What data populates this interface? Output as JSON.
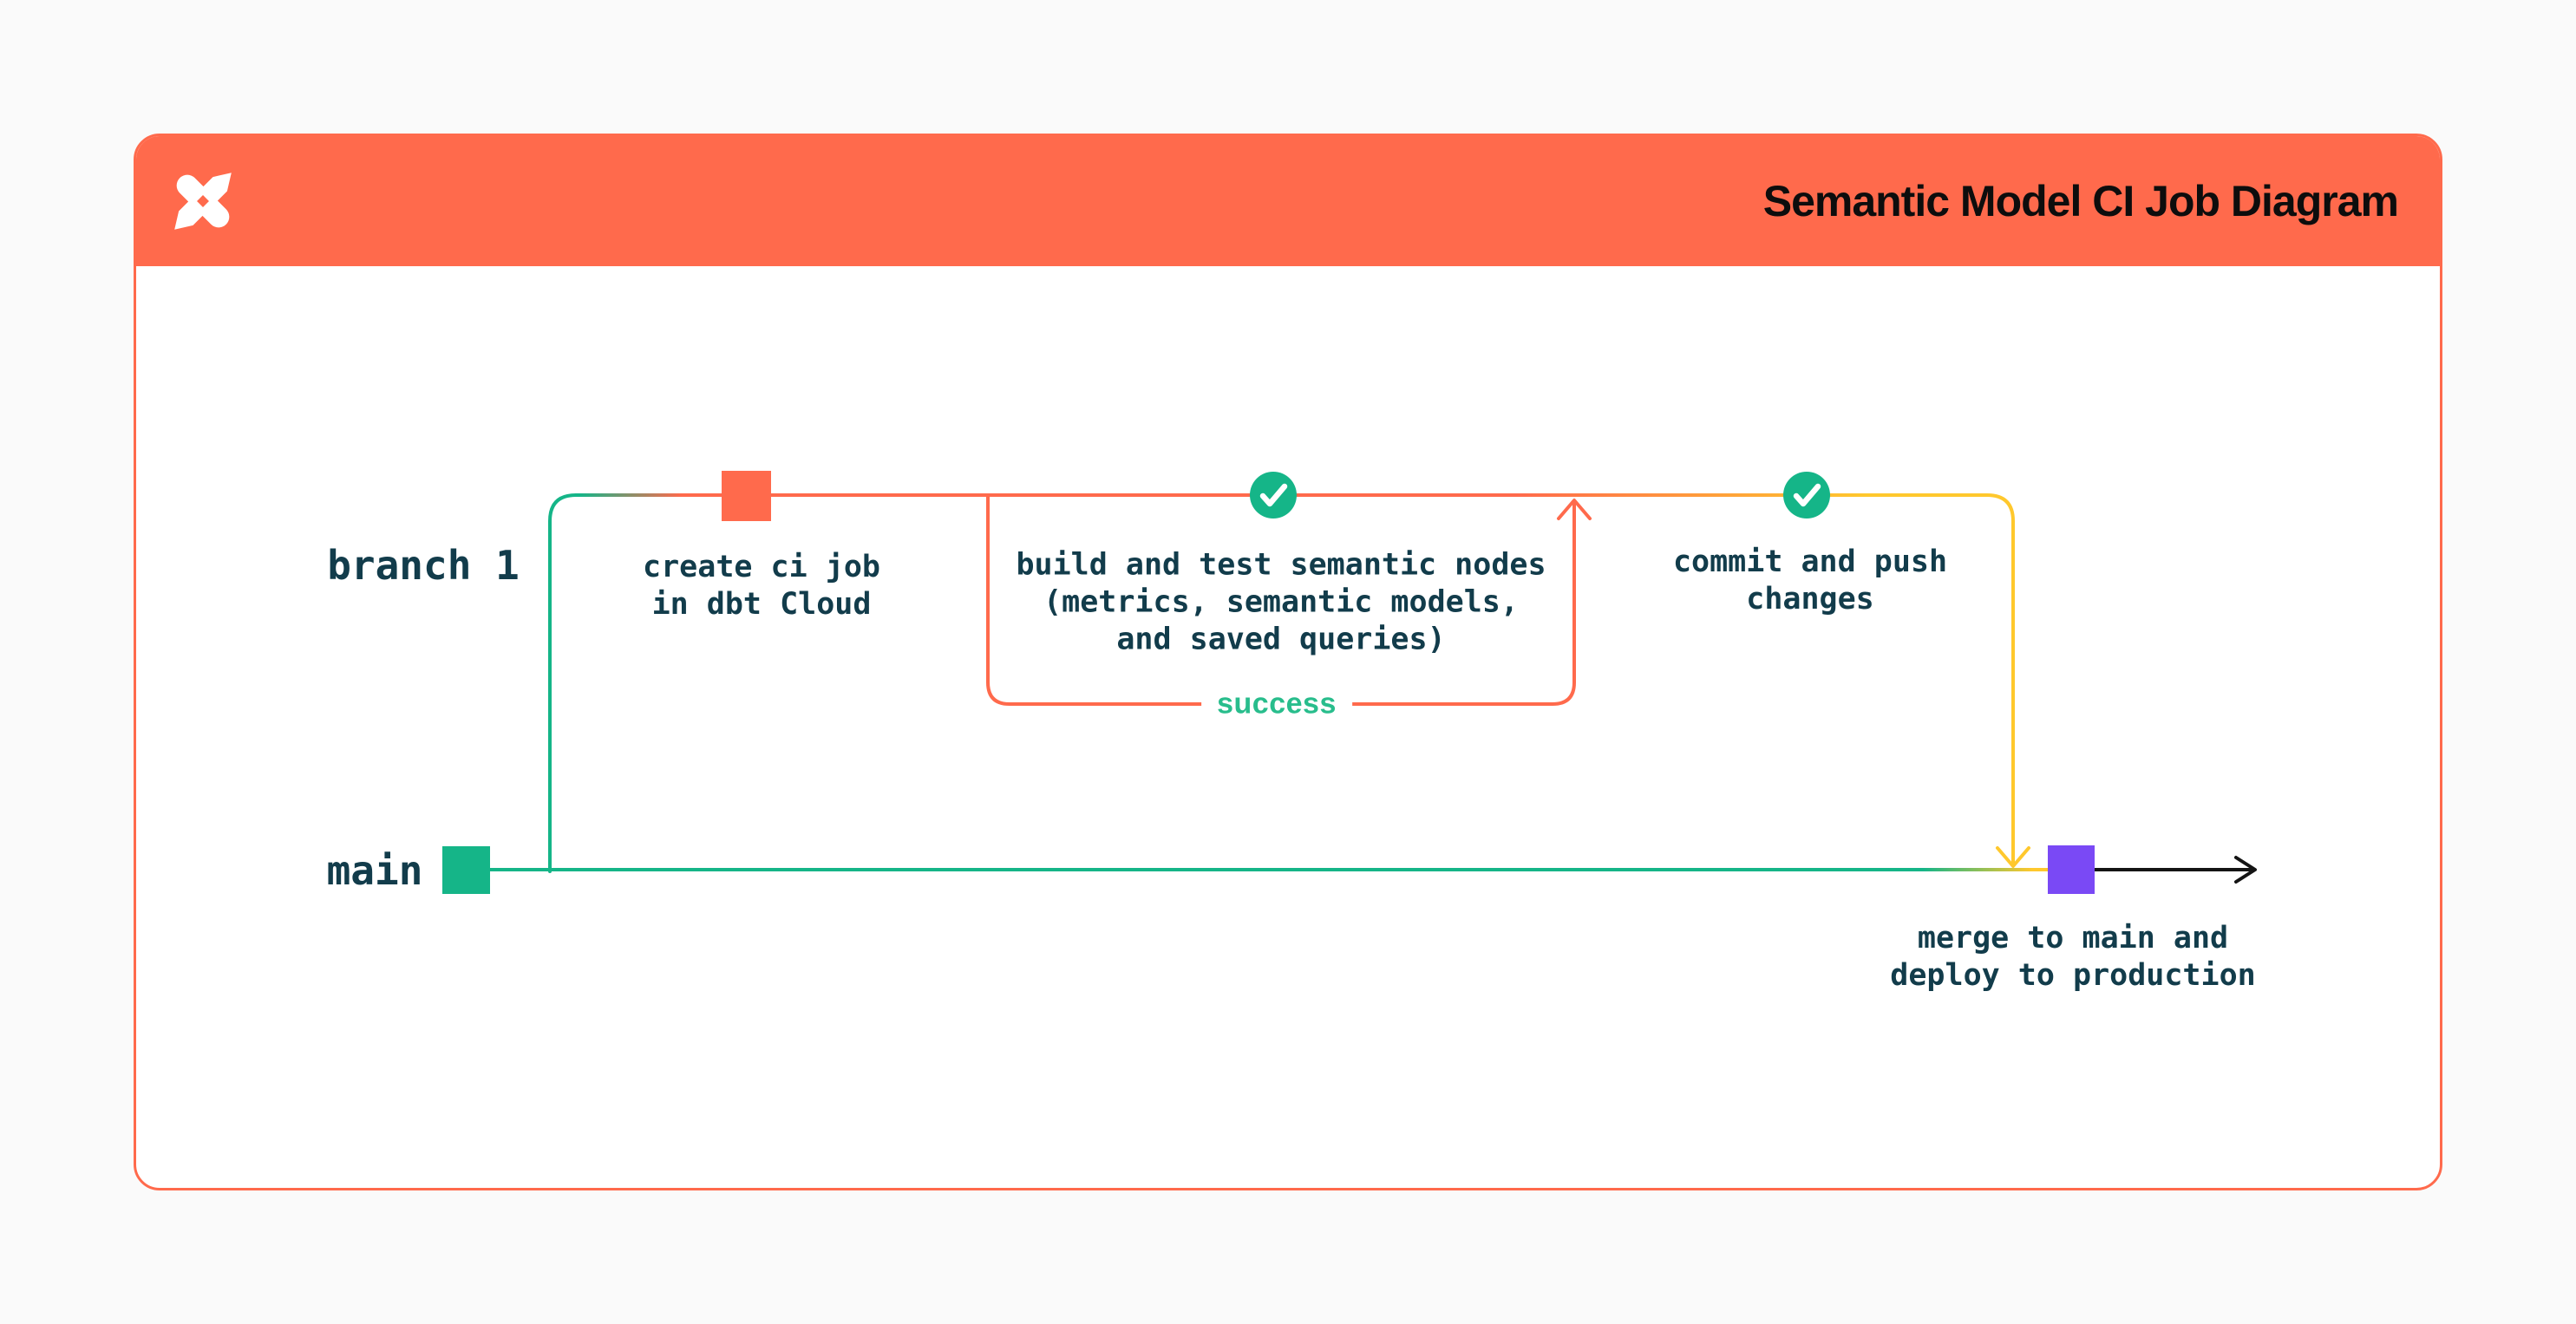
{
  "colors": {
    "orange": "#ff6a4c",
    "teal": "#15b588",
    "yellow": "#ffc82d",
    "purple": "#7a49f5",
    "success_green": "#28bd8c",
    "text_dark": "#123c4b",
    "title_black": "#0d0d0d",
    "arrow_black": "#141414",
    "page_bg": "#fafafa"
  },
  "header": {
    "title": "Semantic Model CI Job Diagram",
    "logo": "dbt-logo"
  },
  "lanes": {
    "branch1": {
      "label": "branch 1"
    },
    "main": {
      "label": "main"
    }
  },
  "nodes": {
    "create_ci_job": {
      "lines": [
        "create ci job",
        "in dbt Cloud"
      ]
    },
    "build_and_test": {
      "lines": [
        "build and test semantic nodes",
        "(metrics, semantic models,",
        "and saved queries)"
      ]
    },
    "commit_and_push": {
      "lines": [
        "commit and push",
        "changes"
      ]
    },
    "merge_to_main": {
      "lines": [
        "merge to main and",
        "deploy to production"
      ]
    }
  },
  "loop": {
    "label": "success"
  }
}
